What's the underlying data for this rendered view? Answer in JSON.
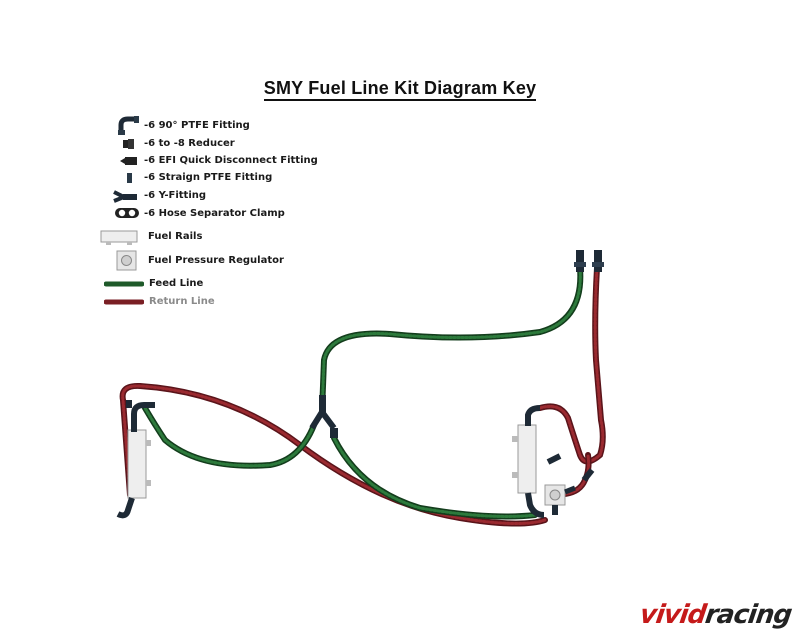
{
  "title": "SMY Fuel Line Kit Diagram Key",
  "legend": {
    "items": [
      {
        "id": "fitting-90",
        "label": "-6 90° PTFE Fitting",
        "icon": "elbow-fitting-icon"
      },
      {
        "id": "reducer",
        "label": "-6 to -8 Reducer",
        "icon": "reducer-icon"
      },
      {
        "id": "efi-quick",
        "label": "-6 EFI Quick Disconnect Fitting",
        "icon": "quick-disconnect-icon"
      },
      {
        "id": "straight",
        "label": "-6 Straign PTFE Fitting",
        "icon": "straight-fitting-icon"
      },
      {
        "id": "y-fitting",
        "label": "-6 Y-Fitting",
        "icon": "y-fitting-icon"
      },
      {
        "id": "clamp",
        "label": "-6 Hose Separator Clamp",
        "icon": "clamp-icon"
      },
      {
        "id": "rails",
        "label": "Fuel Rails",
        "icon": "fuel-rail-icon"
      },
      {
        "id": "fpr",
        "label": "Fuel Pressure Regulator",
        "icon": "regulator-icon"
      },
      {
        "id": "feed",
        "label": "Feed Line",
        "icon": "feed-line-swatch"
      },
      {
        "id": "return",
        "label": "Return Line",
        "icon": "return-line-swatch"
      }
    ]
  },
  "colors": {
    "feed_line": "#1f5a2a",
    "return_line": "#7a1f24",
    "fitting": "#1e2a36",
    "rail": "#eeeeee",
    "return_label": "#8a8a8a"
  },
  "watermark": {
    "brand_a": "vivid",
    "brand_b": "racing"
  }
}
